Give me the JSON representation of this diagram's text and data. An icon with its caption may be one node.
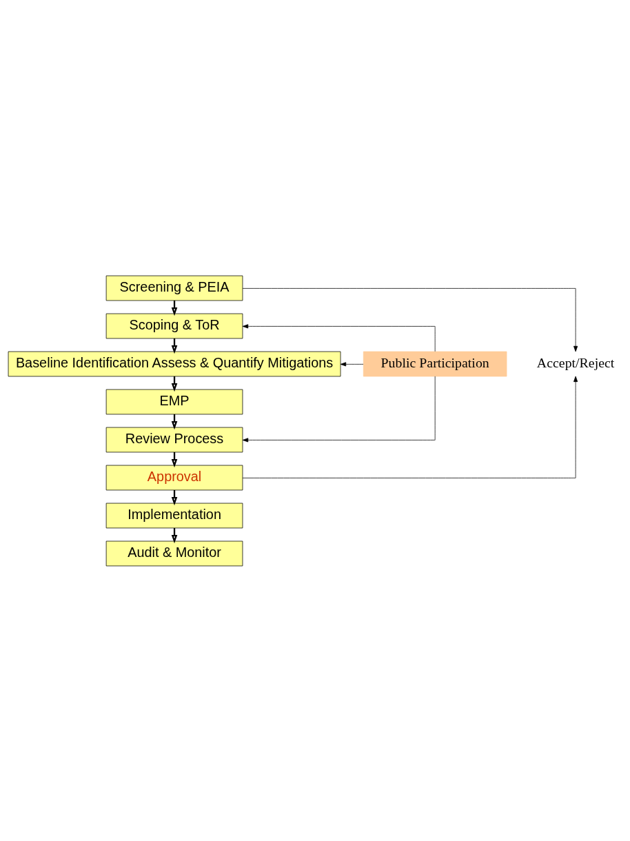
{
  "diagram": {
    "nodes": [
      {
        "text": [
          "Screening & PEIA"
        ]
      },
      {
        "text": [
          "Scoping & ToR"
        ]
      },
      {
        "text": [
          "Baseline Identification Assess & Quantify Mitigations"
        ]
      },
      {
        "text": [
          "EMP"
        ]
      },
      {
        "text": [
          "Review Process"
        ]
      },
      {
        "text": [
          "Approval"
        ]
      },
      {
        "text": [
          "Implementation"
        ]
      },
      {
        "text": [
          "Audit & Monitor"
        ]
      },
      {
        "text": [
          "Public Participation"
        ]
      },
      {
        "text": [
          "Accept/Reject"
        ]
      }
    ],
    "edges": [
      {
        "from": 0,
        "to": 1,
        "arrow": "to"
      },
      {
        "from": 1,
        "to": 2,
        "arrow": "to"
      },
      {
        "from": 2,
        "to": 3,
        "arrow": "to"
      },
      {
        "from": 3,
        "to": 4,
        "arrow": "to"
      },
      {
        "from": 4,
        "to": 5,
        "arrow": "to"
      },
      {
        "from": 5,
        "to": 6,
        "arrow": "to"
      },
      {
        "from": 6,
        "to": 7,
        "arrow": "to"
      },
      {
        "from": 8,
        "to": 1,
        "arrow": "to"
      },
      {
        "from": 8,
        "to": 2,
        "arrow": "to"
      },
      {
        "from": 8,
        "to": 4,
        "arrow": "to"
      },
      {
        "from": 0,
        "to": 9,
        "arrow": "to"
      },
      {
        "from": 5,
        "to": 9,
        "arrow": "to"
      }
    ]
  }
}
